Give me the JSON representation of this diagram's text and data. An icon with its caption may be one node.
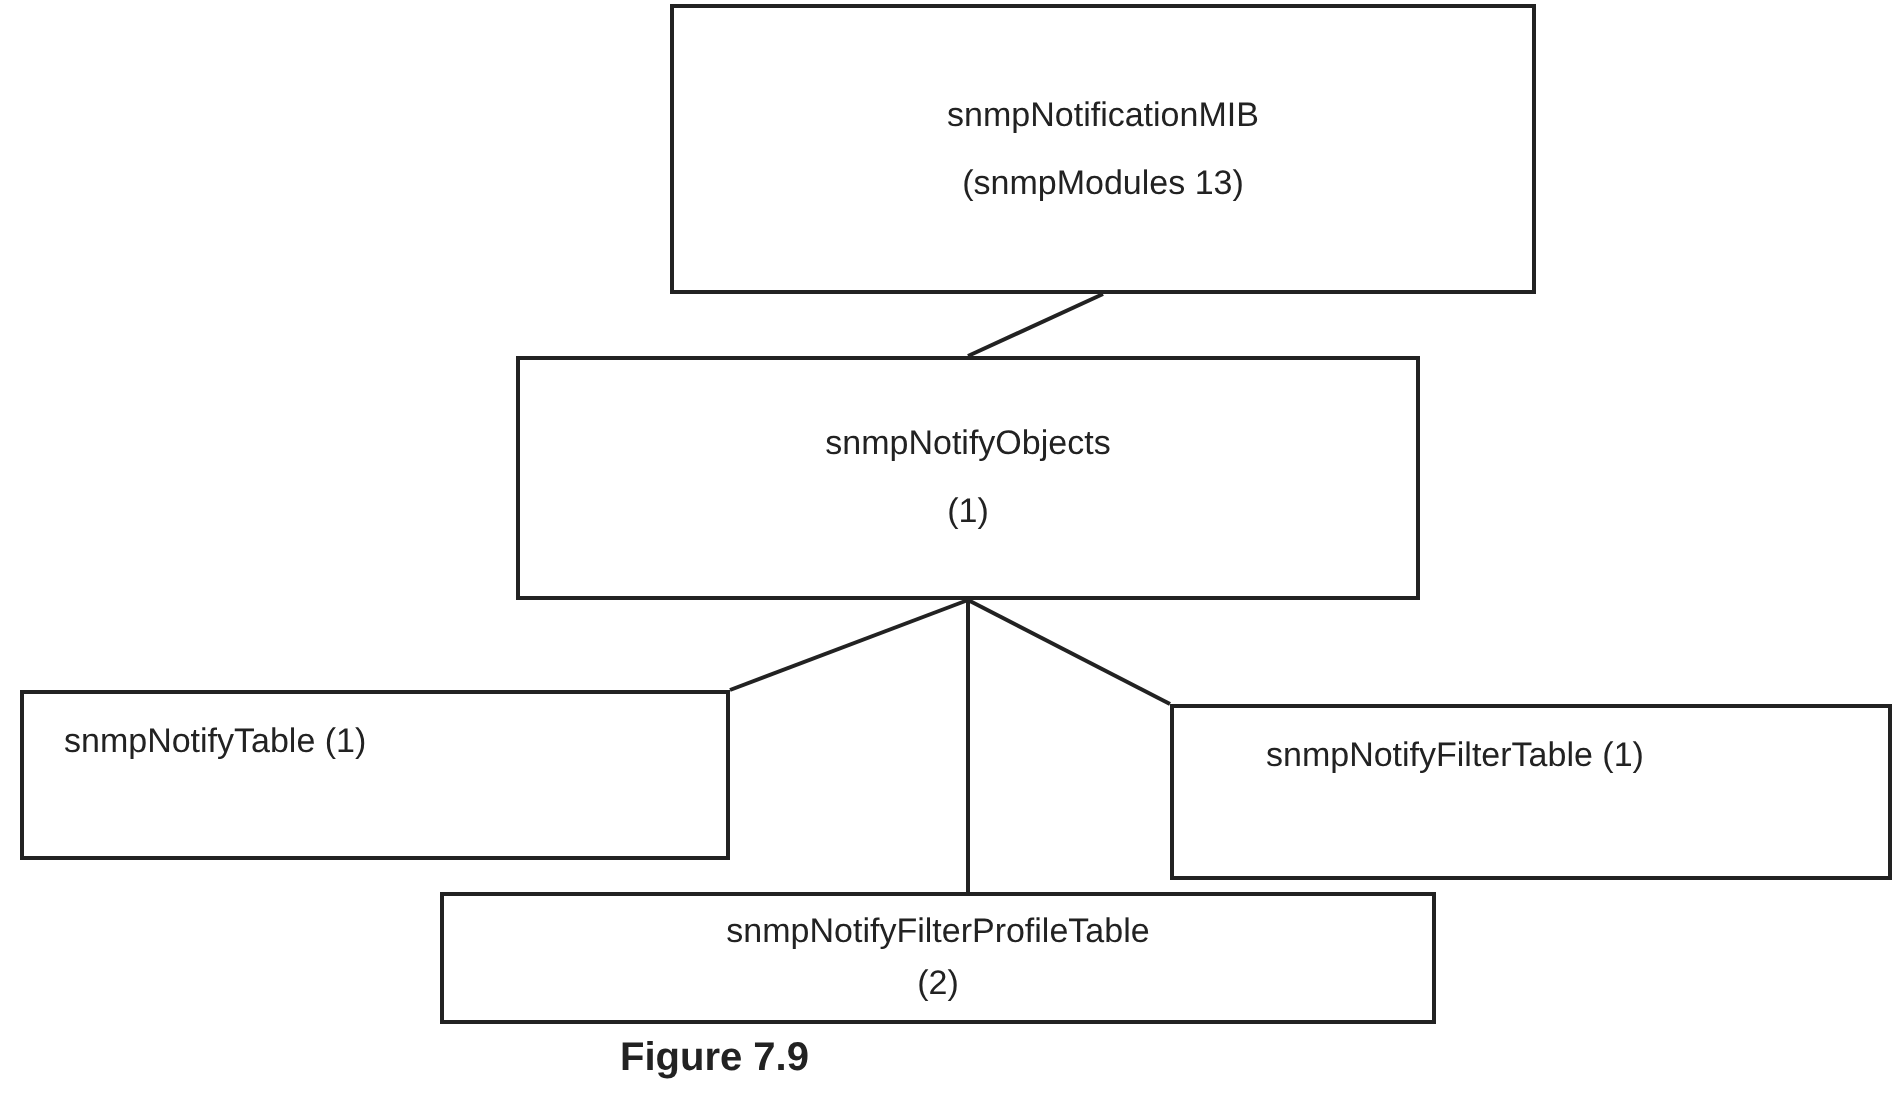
{
  "diagram": {
    "caption": "Figure 7.9",
    "nodes": [
      {
        "text": [
          "snmpNotificationMIB",
          "(snmpModules 13)"
        ]
      },
      {
        "text": [
          "snmpNotifyObjects",
          "(1)"
        ]
      },
      {
        "text": [
          "snmpNotifyTable (1)"
        ]
      },
      {
        "text": [
          "snmpNotifyFilterTable (1)"
        ]
      },
      {
        "text": [
          "snmpNotifyFilterProfileTable",
          "(2)"
        ]
      }
    ],
    "edges": [
      {
        "from": 0,
        "to": 1,
        "arrow": "none"
      },
      {
        "from": 1,
        "to": 2,
        "arrow": "none"
      },
      {
        "from": 1,
        "to": 4,
        "arrow": "none"
      },
      {
        "from": 1,
        "to": 3,
        "arrow": "none"
      }
    ]
  }
}
